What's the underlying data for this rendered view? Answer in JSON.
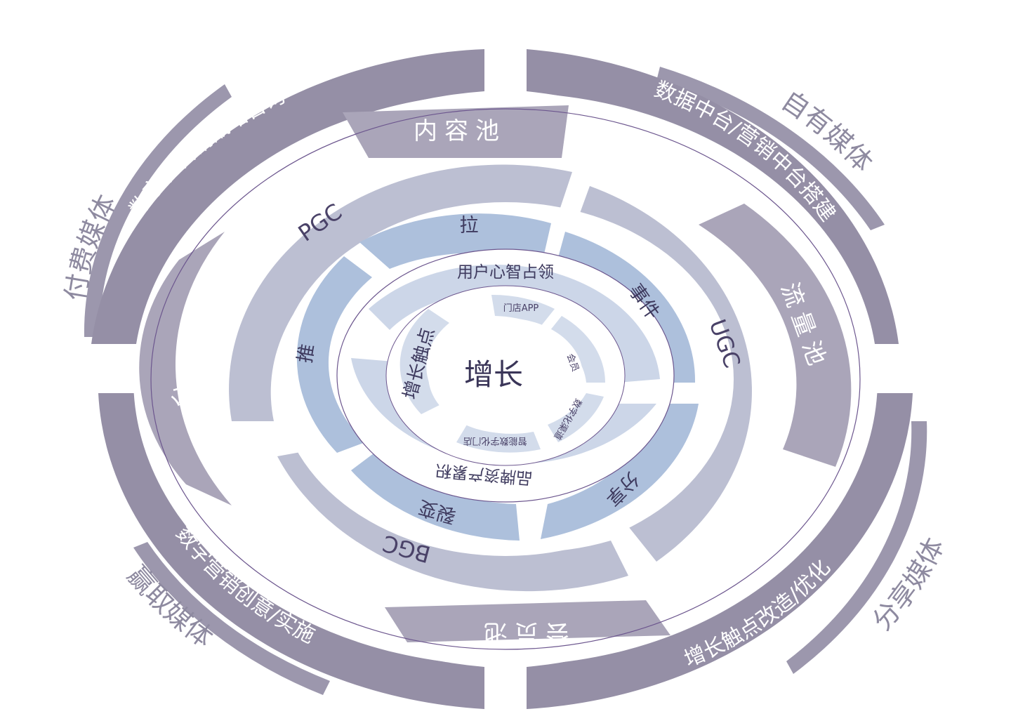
{
  "colors": {
    "outer_band": "#958fa6",
    "sweep": "#9c97ad",
    "pool": "#aaa5b9",
    "gc_ring": "#bcbfd2",
    "action_ring": "#adc0dc",
    "mind_ring": "#ccd6e8",
    "touch_ring": "#d3dceb",
    "divider": "#6c568e"
  },
  "media": {
    "paid": "付费媒体",
    "owned": "自有媒体",
    "shared": "分享媒体",
    "earned": "赢取媒体"
  },
  "services": {
    "top_left": "数字化营销战略咨询",
    "top_right": "数据中台/营销中台搭建",
    "bottom_right": "增长触点改造/优化",
    "bottom_left": "数字营销创意/实施"
  },
  "pools": {
    "top": "内容池",
    "right": "流量池",
    "bottom": "会员池",
    "left": "分发池"
  },
  "content_types": {
    "pgc": "PGC",
    "ugc": "UGC",
    "bgc": "BGC"
  },
  "actions": {
    "pull": "拉",
    "event": "事件",
    "push": "推",
    "fission": "裂变",
    "share": "分享"
  },
  "mind": {
    "top": "用户心智占领",
    "bottom": "品牌资产累积"
  },
  "touchpoints": {
    "title": "增长触点",
    "store_app": "门店APP",
    "member": "会员",
    "digital_channel": "数字化渠道",
    "smart_store": "智能数字化门店"
  },
  "center": "增长"
}
